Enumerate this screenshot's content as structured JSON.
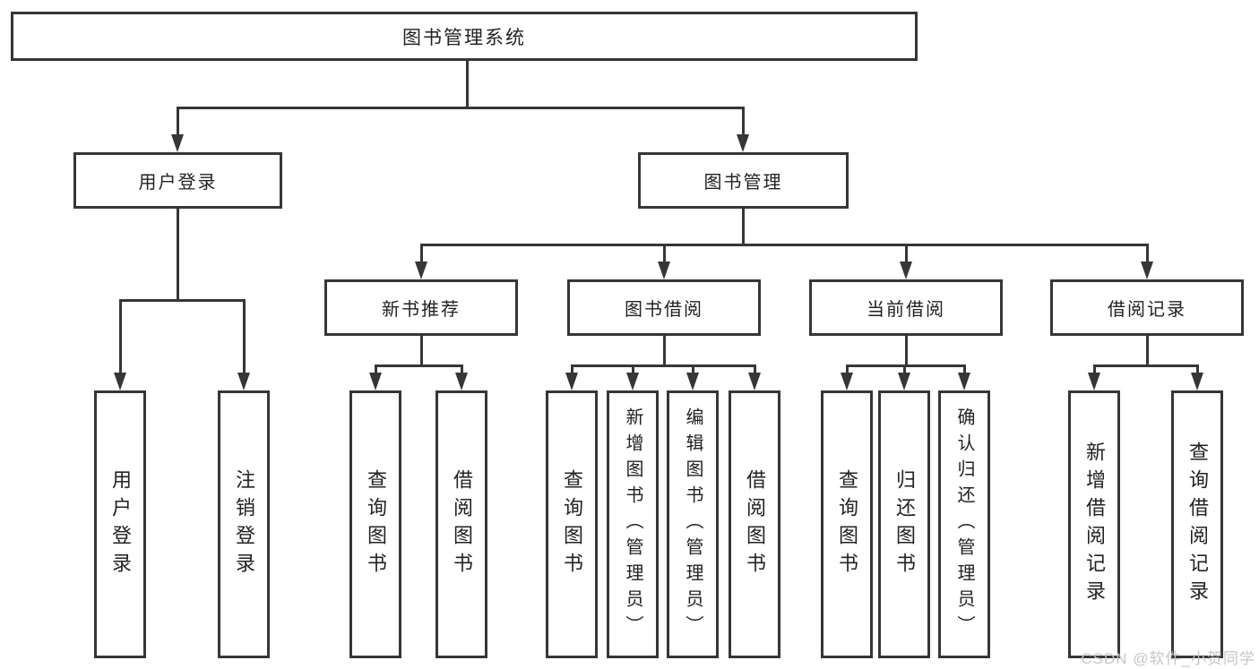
{
  "tree": {
    "root": "图书管理系统",
    "branches": [
      {
        "label": "用户登录",
        "leaves": [
          "用户登录",
          "注销登录"
        ]
      },
      {
        "label": "图书管理",
        "sections": [
          {
            "label": "新书推荐",
            "leaves": [
              "查询图书",
              "借阅图书"
            ]
          },
          {
            "label": "图书借阅",
            "leaves": [
              "查询图书",
              "新增图书（管理员）",
              "编辑图书（管理员）",
              "借阅图书"
            ]
          },
          {
            "label": "当前借阅",
            "leaves": [
              "查询图书",
              "归还图书",
              "确认归还（管理员）"
            ]
          },
          {
            "label": "借阅记录",
            "leaves": [
              "新增借阅记录",
              "查询借阅记录"
            ]
          }
        ]
      }
    ]
  },
  "watermark": "CSDN @软件_小贺同学",
  "colors": {
    "line": "#363636",
    "text": "#222222",
    "watermark": "#c3c3c3",
    "background": "#ffffff"
  }
}
